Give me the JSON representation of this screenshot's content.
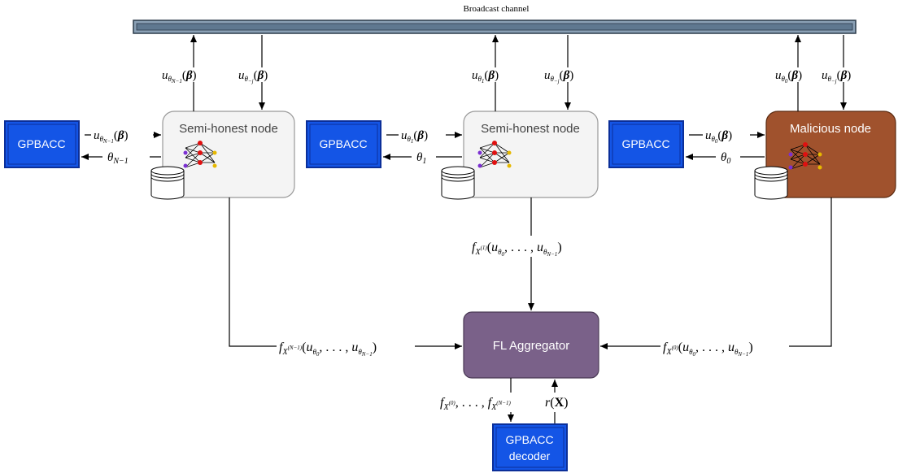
{
  "diagram": {
    "broadcast_channel": "Broadcast channel",
    "colors": {
      "gpbacc_fill": "#1455e6",
      "gpbacc_border": "#0b2f99",
      "semi_honest_fill": "#f4f4f4",
      "malicious_fill": "#a0522d",
      "aggregator_fill": "#7a6189",
      "channel_fill": "#8aa0b5"
    },
    "nodes": {
      "left": {
        "title": "Semi-honest node",
        "gpbacc": "GPBACC",
        "up_label": "u",
        "up_sub": "θN−1",
        "down_label": "u",
        "down_sub": "θ−j",
        "to_gpbacc": "u",
        "to_gpbacc_sub": "θN−1",
        "from_gpbacc": "θN−1"
      },
      "middle": {
        "title": "Semi-honest node",
        "gpbacc": "GPBACC",
        "up_label": "u",
        "up_sub": "θ1",
        "down_label": "u",
        "down_sub": "θ−j",
        "to_gpbacc": "u",
        "to_gpbacc_sub": "θ1",
        "from_gpbacc": "θ1"
      },
      "right": {
        "title": "Malicious node",
        "gpbacc": "GPBACC",
        "up_label": "u",
        "up_sub": "θ0",
        "down_label": "u",
        "down_sub": "θ−j",
        "to_gpbacc": "u",
        "to_gpbacc_sub": "θ0",
        "from_gpbacc": "θ0"
      }
    },
    "aggregator": "FL Aggregator",
    "decoder_line1": "GPBACC",
    "decoder_line2": "decoder",
    "flows": {
      "middle_to_agg": "f",
      "middle_to_agg_sub": "X(1)",
      "left_to_agg_sub": "X(N−1)",
      "right_to_agg_sub": "X(0)",
      "args": "(uθ0, . . . , uθN−1)",
      "agg_to_decoder": "fX(0), . . . , fX(N−1)",
      "decoder_to_agg": "r(X)"
    }
  }
}
